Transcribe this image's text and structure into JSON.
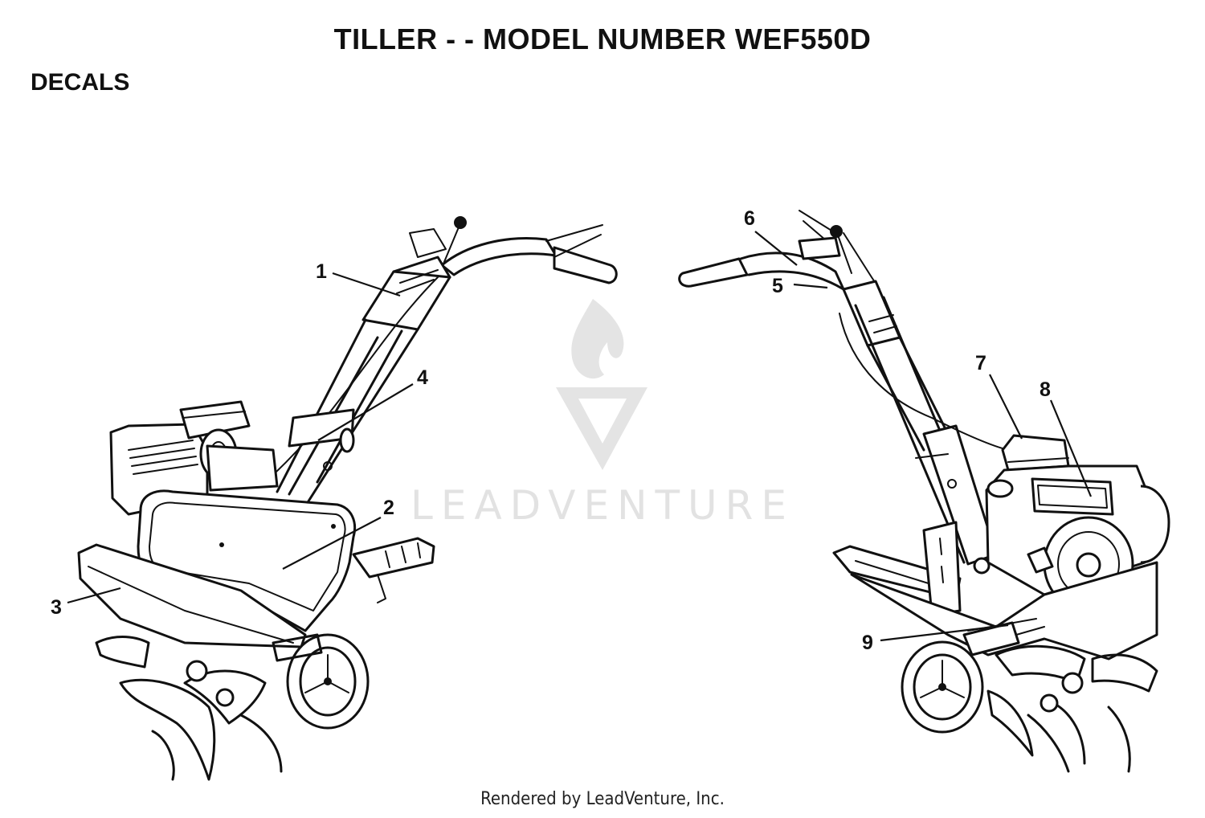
{
  "title": "TILLER - - MODEL NUMBER WEF550D",
  "section": "DECALS",
  "watermark": "LEADVENTURE",
  "footer": "Rendered by LeadVenture, Inc.",
  "callouts": [
    {
      "id": "1",
      "label": "1"
    },
    {
      "id": "2",
      "label": "2"
    },
    {
      "id": "3",
      "label": "3"
    },
    {
      "id": "4",
      "label": "4"
    },
    {
      "id": "5",
      "label": "5"
    },
    {
      "id": "6",
      "label": "6"
    },
    {
      "id": "7",
      "label": "7"
    },
    {
      "id": "8",
      "label": "8"
    },
    {
      "id": "9",
      "label": "9"
    }
  ]
}
